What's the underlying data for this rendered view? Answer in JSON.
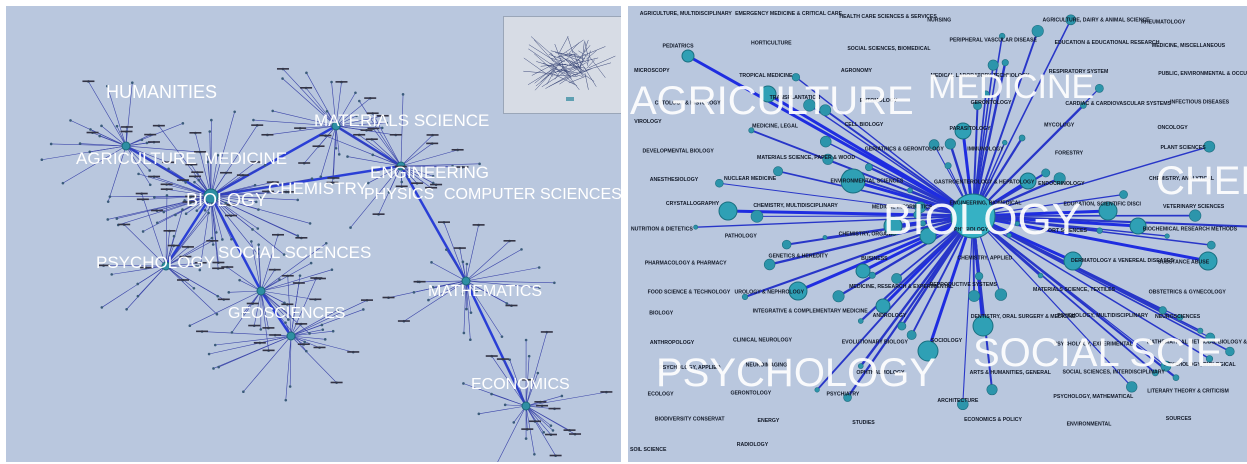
{
  "overview": {
    "region_labels": [
      "HUMANITIES",
      "MATERIALS SCIENCE",
      "AGRICULTURE",
      "MEDICINE",
      "BIOLOGY",
      "CHEMISTRY",
      "ENGINEERING",
      "PHYSICS",
      "COMPUTER SCIENCES",
      "PSYCHOLOGY",
      "SOCIAL SCIENCES",
      "GEOSCIENCES",
      "MATHEMATICS",
      "ECONOMICS"
    ]
  },
  "detail": {
    "region_labels": [
      "AGRICULTURE",
      "MEDICINE",
      "BIOLOGY",
      "CHEM",
      "PSYCHOLOGY",
      "SOCIAL SCIE"
    ],
    "node_labels": [
      "AGRICULTURE, MULTIDISCIPLINARY",
      "EMERGENCY MEDICINE & CRITICAL CARE",
      "HEALTH CARE SCIENCES & SERVICES",
      "NURSING",
      "AGRICULTURE, DAIRY & ANIMAL SCIENCE",
      "RHEUMATOLOGY",
      "PEDIATRICS",
      "HORTICULTURE",
      "SOCIAL SCIENCES, BIOMEDICAL",
      "PERIPHERAL VASCULAR DISEASE",
      "EDUCATION & EDUCATIONAL RESEARCH",
      "MEDICINE, MISCELLANEOUS",
      "MICROSCOPY",
      "TROPICAL MEDICINE",
      "AGRONOMY",
      "MEDICAL LABORATORY TECHNOLOGY",
      "RESPIRATORY SYSTEM",
      "PUBLIC, ENVIRONMENTAL & OCCUPATIONAL HEALTH",
      "CYTOLOGY & HISTOLOGY",
      "TRANSPLANTATION",
      "ENTOMOLOGY",
      "GERONTOLOGY",
      "CARDIAC & CARDIOVASCULAR SYSTEMS",
      "INFECTIOUS DISEASES",
      "VIROLOGY",
      "MEDICINE, LEGAL",
      "CELL BIOLOGY",
      "PARASITOLOGY",
      "MYCOLOGY",
      "ONCOLOGY",
      "DEVELOPMENTAL BIOLOGY",
      "MATERIALS SCIENCE, PAPER & WOOD",
      "GERIATRICS & GERONTOLOGY",
      "IMMUNOLOGY",
      "FORESTRY",
      "PLANT SCIENCES",
      "ANESTHESIOLOGY",
      "NUCLEAR MEDICINE",
      "ENVIRONMENTAL SCIENCES",
      "GASTROENTEROLOGY & HEPATOLOGY",
      "ENDOCRINOLOGY",
      "CHEMISTRY, ANALYTICAL",
      "CRYSTALLOGRAPHY",
      "CHEMISTRY, MULTIDISCIPLINARY",
      "MEDICAL INFORMATICS",
      "ENGINEERING, BIOMEDICAL",
      "EDUCATION, SCIENTIFIC DISCI",
      "VETERINARY SCIENCES",
      "NUTRITION & DIETETICS",
      "PATHOLOGY",
      "CHEMISTRY, ORGANIC",
      "PHYSIOLOGY",
      "SPORT SCIENCES",
      "BIOCHEMICAL RESEARCH METHODS",
      "PHARMACOLOGY & PHARMACY",
      "GENETICS & HEREDITY",
      "BUSINESS",
      "CHEMISTRY, APPLIED",
      "DERMATOLOGY & VENEREAL DISEASES",
      "SUBSTANCE ABUSE",
      "FOOD SCIENCE & TECHNOLOGY",
      "UROLOGY & NEPHROLOGY",
      "MEDICINE, RESEARCH & EXPERIMENTAL",
      "REPRODUCTIVE SYSTEMS",
      "MATERIALS SCIENCE, TEXTILES",
      "OBSTETRICS & GYNECOLOGY",
      "BIOLOGY",
      "INTEGRATIVE & COMPLEMENTARY MEDICINE",
      "ANDROLOGY",
      "DENTISTRY, ORAL SURGERY & MEDICINE",
      "PSYCHOLOGY, MULTIDISCIPLINARY",
      "NEUROSCIENCES",
      "ANTHROPOLOGY",
      "CLINICAL NEUROLOGY",
      "EVOLUTIONARY BIOLOGY",
      "SOCIOLOGY",
      "PSYCHOLOGY, EXPERIMENTAL",
      "MATHEMATICAL METHODS, BIOLOGY & MEDICINE",
      "PSYCHOLOGY, APPLIED",
      "NEUROIMAGING",
      "OPHTHALMOLOGY",
      "ARTS & HUMANITIES, GENERAL",
      "SOCIAL SCIENCES, INTERDISCIPLINARY",
      "PSYCHOLOGY, BIOLOGICAL",
      "ECOLOGY",
      "GERONTOLOGY",
      "PSYCHIATRY",
      "ARCHITECTURE",
      "PSYCHOLOGY, MATHEMATICAL",
      "LITERARY THEORY & CRITICISM",
      "BIODIVERSITY CONSERVAT",
      "ENERGY",
      "STUDIES",
      "ECONOMICS & POLICY",
      "ENVIRONMENTAL",
      "SOURCES",
      "SOIL SCIENCE",
      "RADIOLOGY"
    ]
  }
}
